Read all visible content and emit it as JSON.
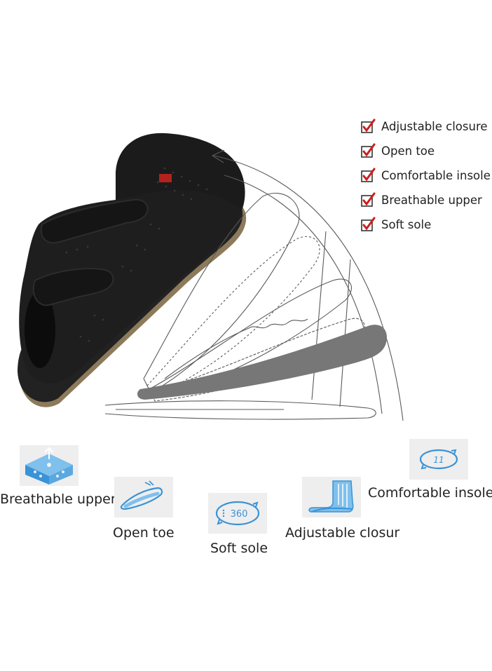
{
  "checklist": {
    "items": [
      {
        "label": "Adjustable closure"
      },
      {
        "label": "Open toe"
      },
      {
        "label": "Comfortable insole"
      },
      {
        "label": "Breathable upper"
      },
      {
        "label": "Soft sole"
      }
    ],
    "check_color": "#cc1f1f"
  },
  "features": [
    {
      "label": "Breathable upper",
      "icon": "breathable-mesh-icon"
    },
    {
      "label": "Open toe",
      "icon": "open-toe-icon"
    },
    {
      "label": "Soft sole",
      "icon": "rotation-360-icon",
      "icon_text": "360"
    },
    {
      "label": "Adjustable closur",
      "icon": "foot-support-icon"
    },
    {
      "label": "Comfortable insole",
      "icon": "rotation-icon",
      "icon_text": "11"
    }
  ],
  "colors": {
    "shoe": "#1b1b1b",
    "sole_rim": "#8c7a5a",
    "accent_blue": "#3a93d6",
    "tile_bg": "#eeeeee",
    "logo_red": "#b3221c"
  }
}
